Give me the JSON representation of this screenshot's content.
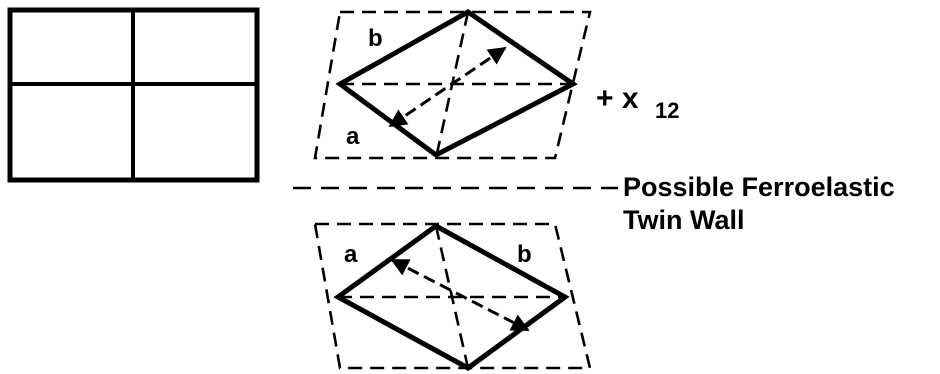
{
  "top_cell": {
    "label_b": "b",
    "label_a": "a"
  },
  "strain_label": {
    "prefix": "+ x",
    "subscript": "12"
  },
  "twin_wall": {
    "line1": "Possible Ferroelastic",
    "line2": "Twin Wall"
  },
  "bottom_cell": {
    "label_a": "a",
    "label_b": "b"
  }
}
